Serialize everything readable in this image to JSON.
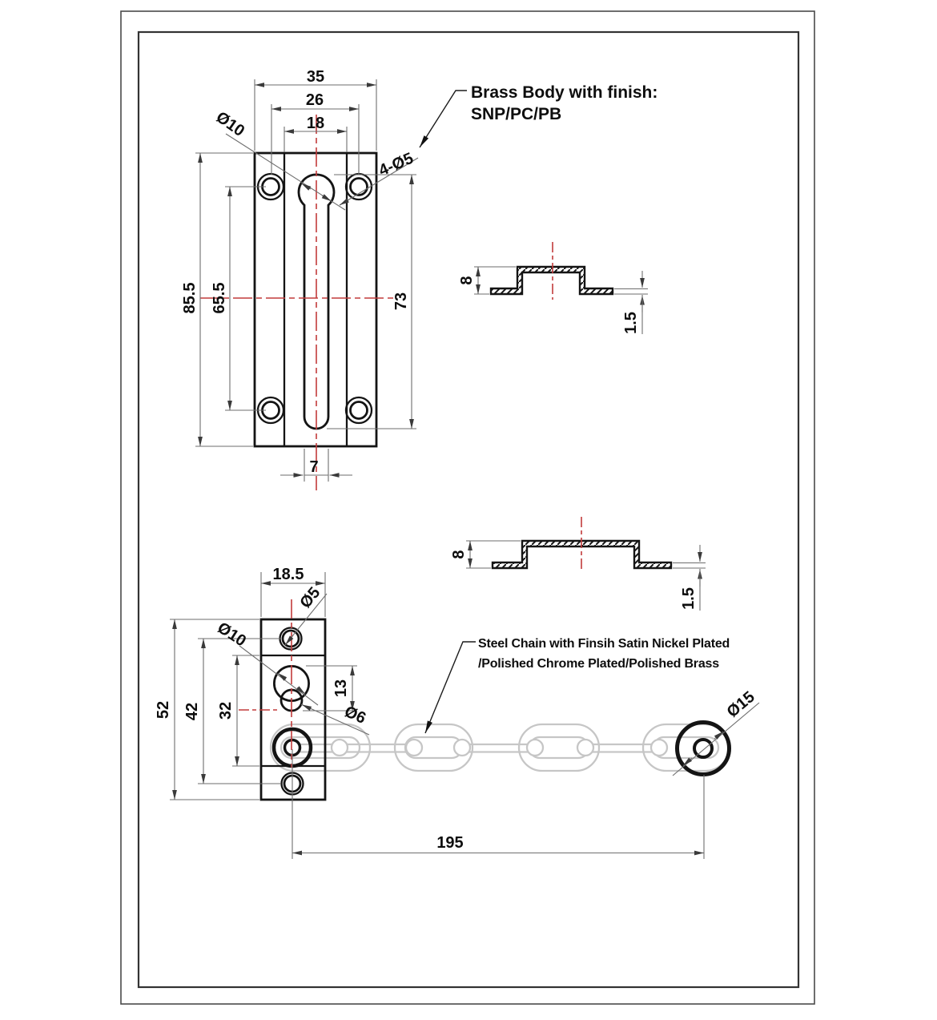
{
  "notes": {
    "body_finish_line1": "Brass Body with finish:",
    "body_finish_line2": "SNP/PC/PB",
    "chain_finish_line1": "Steel Chain with Finsih Satin Nickel  Plated",
    "chain_finish_line2": "/Polished Chrome Plated/Polished Brass"
  },
  "front_plate": {
    "overall_width": "35",
    "hole_spacing_h": "26",
    "channel_width": "18",
    "overall_height": "85.5",
    "hole_spacing_v": "65.5",
    "slot_length": "73",
    "slot_width": "7",
    "keyhole_dia": "Ø10",
    "mount_holes": "4-Ø5"
  },
  "front_section": {
    "height": "8",
    "thickness": "1.5"
  },
  "keeper_section": {
    "height": "8",
    "thickness": "1.5"
  },
  "keeper_plate": {
    "overall_width": "18.5",
    "overall_height": "52",
    "hole_spacing_v": "42",
    "channel_height": "32",
    "keyhole_length": "13",
    "mount_hole_dia": "Ø5",
    "keyhole_dia": "Ø10",
    "keyhole_slot_dia": "Ø6"
  },
  "chain": {
    "knob_dia": "Ø15",
    "length": "195"
  },
  "colors": {
    "line": "#141414",
    "centerline": "#c23b3b",
    "chain": "#c6c6c6",
    "dimension": "#6e6e6e"
  }
}
